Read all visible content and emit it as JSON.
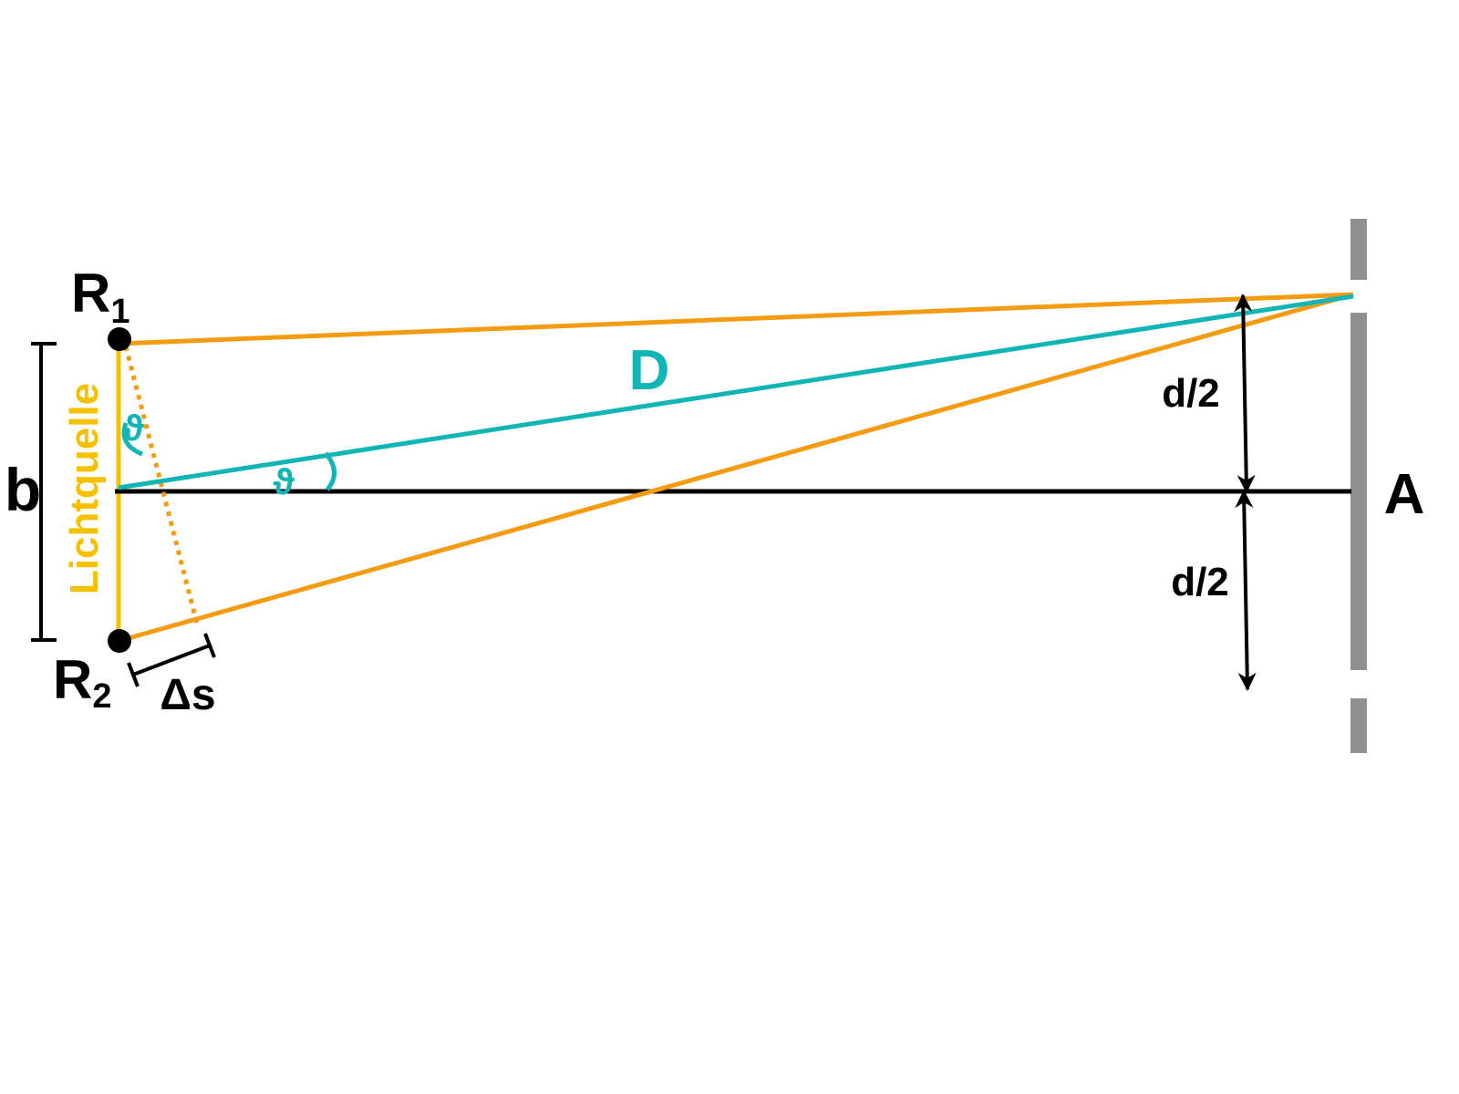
{
  "labels": {
    "r1_letter": "R",
    "r1_sub": "1",
    "r2_letter": "R",
    "r2_sub": "2",
    "source": "Lichtquelle",
    "b": "b",
    "distance": "D",
    "theta_source": "ϑ",
    "theta_axis": "ϑ",
    "delta_s": "Δs",
    "half_d_upper": "d/2",
    "half_d_lower": "d/2",
    "aperture": "A"
  },
  "colors": {
    "orange": "#f39c12",
    "source_yellow": "#f5c000",
    "teal": "#12b5b5",
    "black": "#000000",
    "screen_gray": "#909090"
  }
}
